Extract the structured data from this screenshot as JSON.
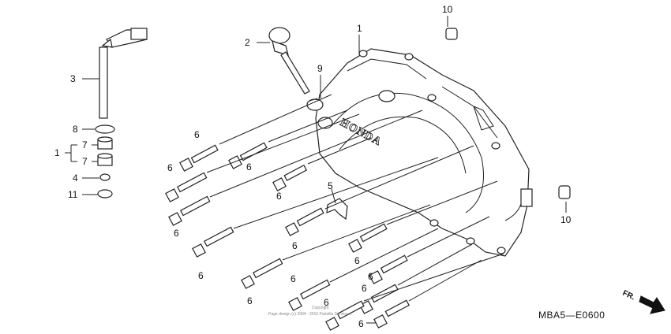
{
  "callouts": {
    "c1_cover": "1",
    "c1_group": "1",
    "c2": "2",
    "c3": "3",
    "c4": "4",
    "c5": "5",
    "c6": "6",
    "c7": "7",
    "c8": "8",
    "c9": "9",
    "c10": "10",
    "c11": "11"
  },
  "brand_text": "HONDA",
  "diagram_code": "MBA5—E0600",
  "front_label": "FR.",
  "copyright_lines": [
    "Copyright",
    "Page design (c) 2004 - 2016 Partzilla Service ..."
  ]
}
